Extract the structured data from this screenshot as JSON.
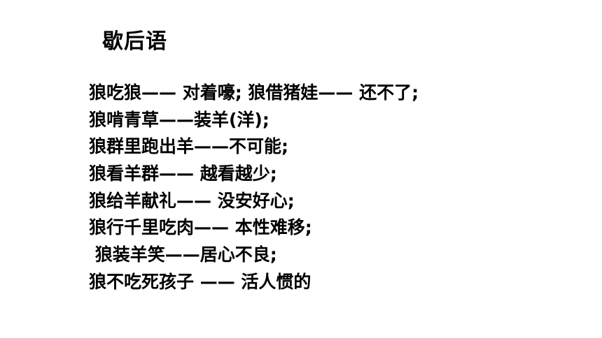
{
  "slide": {
    "title": "歇后语",
    "lines": [
      "狼吃狼—— 对着嚎; 狼借猪娃—— 还不了;",
      "狼啃青草——装羊(洋);",
      "狼群里跑出羊——不可能;",
      "狼看羊群—— 越看越少;",
      "狼给羊献礼—— 没安好心;",
      "狼行千里吃肉—— 本性难移;",
      " 狼装羊笑——居心不良;",
      "狼不吃死孩子 —— 活人惯的"
    ]
  }
}
